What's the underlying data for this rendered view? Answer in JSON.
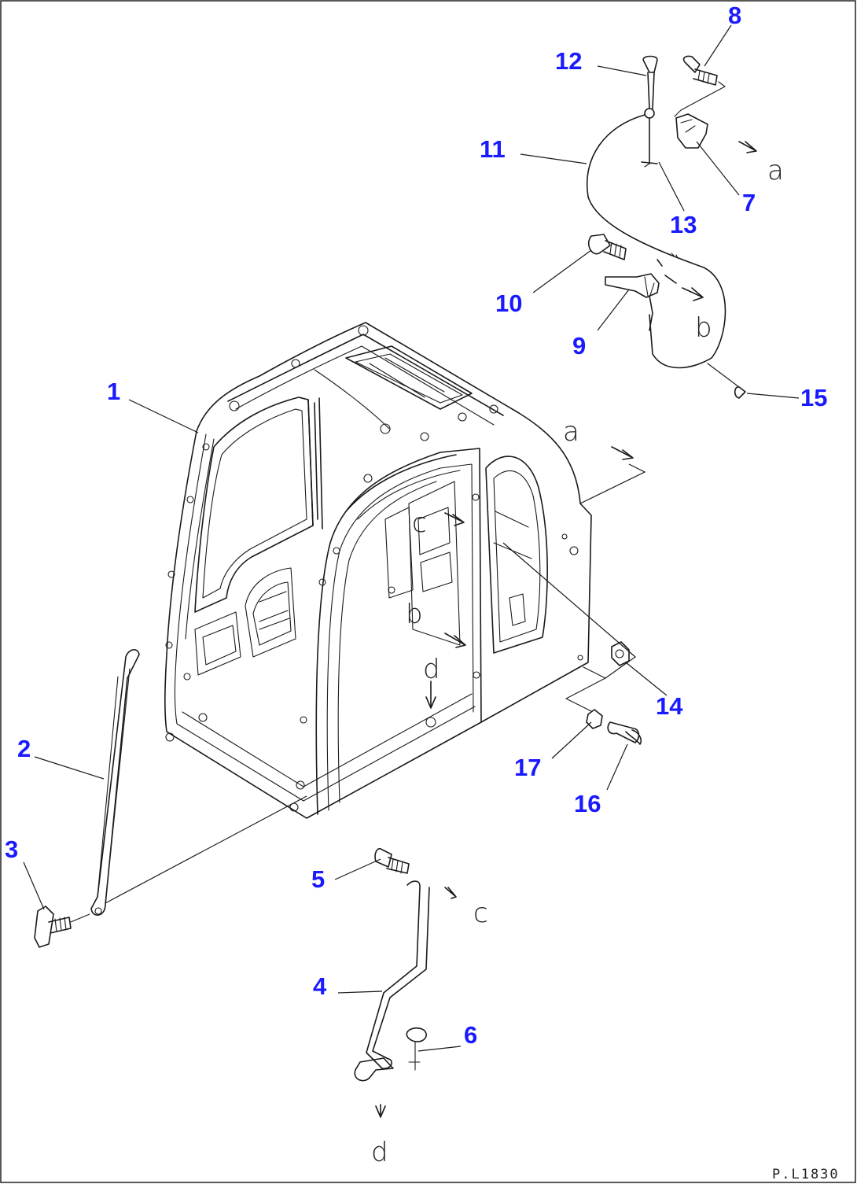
{
  "callouts": {
    "c1": "1",
    "c2": "2",
    "c3": "3",
    "c4": "4",
    "c5": "5",
    "c6": "6",
    "c7": "7",
    "c8": "8",
    "c9": "9",
    "c10": "10",
    "c11": "11",
    "c12": "12",
    "c13": "13",
    "c14": "14",
    "c15": "15",
    "c16": "16",
    "c17": "17"
  },
  "refs": {
    "a_top": "a",
    "a_right": "a",
    "b_top": "b",
    "b_mid": "b",
    "c_mid": "c",
    "c_bottom": "c",
    "d_mid": "d",
    "d_bottom": "d"
  },
  "figure_code": "P.L1830",
  "colors": {
    "callout": "#1a1aff",
    "line": "#1a1a1a",
    "background": "#ffffff"
  }
}
